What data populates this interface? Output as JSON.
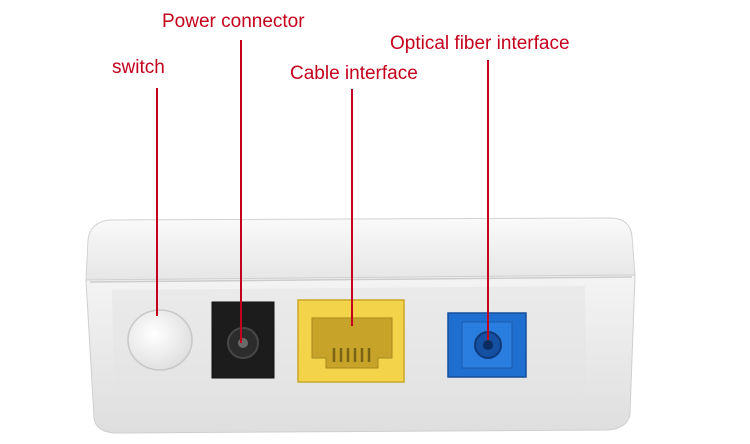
{
  "labels": {
    "switch": "switch",
    "power": "Power connector",
    "cable": "Cable interface",
    "fiber": "Optical fiber interface"
  },
  "colors": {
    "label_red": "#c4001c",
    "device_body": "#eeeeee",
    "ethernet_port": "#f2d34a",
    "fiber_port": "#1f6fd0",
    "power_port": "#1c1c1c"
  }
}
